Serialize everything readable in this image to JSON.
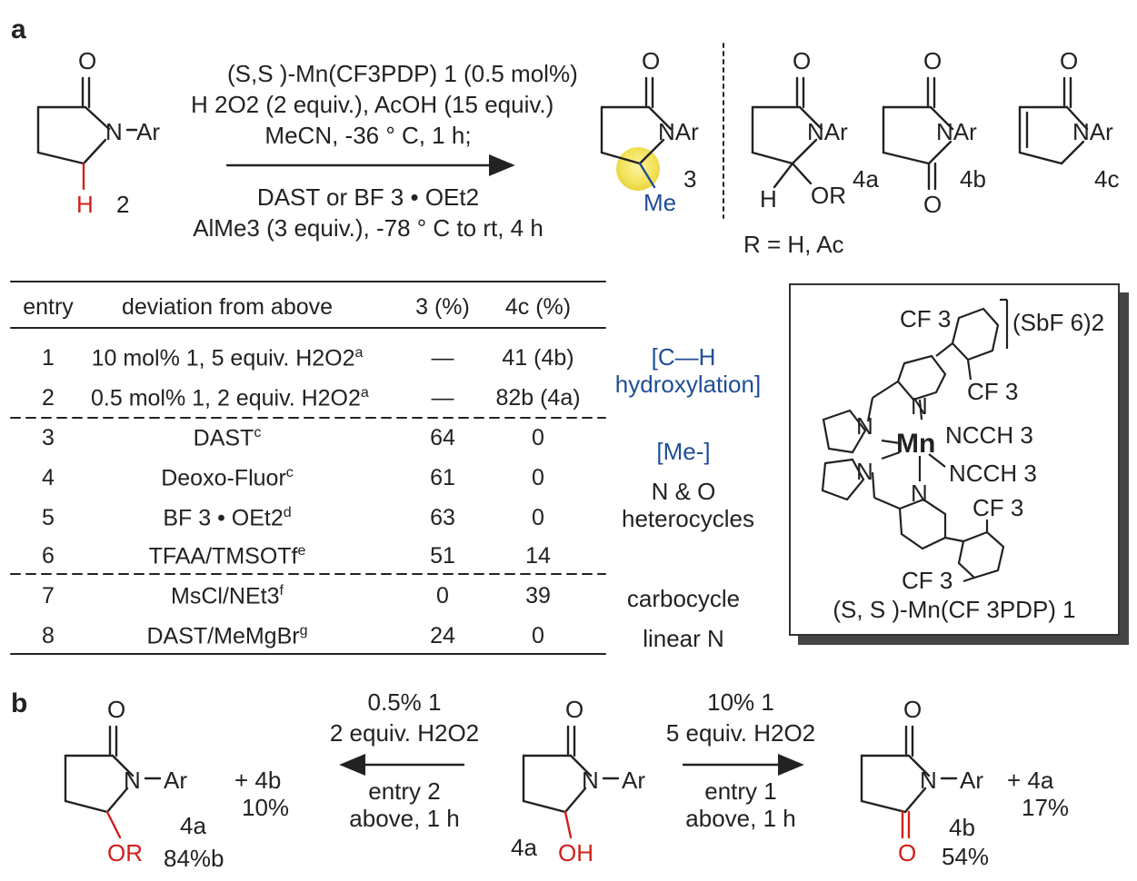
{
  "panels": {
    "a": "a",
    "b": "b"
  },
  "scheme_a": {
    "sm_label": "2",
    "sm_nar": "N",
    "sm_ar": "Ar",
    "sm_h": "H",
    "sm_o": "O",
    "cond_line1": "(S,S )-Mn(CF3PDP)  1 (0.5 mol%)",
    "cond_line2": "H 2O2 (2 equiv.), AcOH (15 equiv.)",
    "cond_line3": "MeCN, -36 °  C, 1 h;",
    "cond_line4": "DAST or BF 3 • OEt2",
    "cond_line5": "AlMe3 (3 equiv.), -78 °  C to rt, 4 h",
    "prod_label": "3",
    "prod_nar": "NAr",
    "prod_me": "Me",
    "c4a_label": "4a",
    "c4a_or": "OR",
    "c4a_r": "R = H, Ac",
    "c4b_label": "4b",
    "c4c_label": "4c"
  },
  "table": {
    "headers": [
      "entry",
      "deviation from above",
      "3 (%)",
      "4c (%)"
    ],
    "rows": [
      {
        "entry": "1",
        "dev": "10 mol% 1, 5 equiv. H2O2",
        "sup": "a",
        "y3": "—",
        "y4c": "41 (4b)"
      },
      {
        "entry": "2",
        "dev": "0.5 mol% 1, 2 equiv. H2O2",
        "sup": "a",
        "y3": "—",
        "y4c": "82b (4a)"
      },
      {
        "entry": "3",
        "dev": "DAST",
        "sup": "c",
        "y3": "64",
        "y4c": "0"
      },
      {
        "entry": "4",
        "dev": "Deoxo-Fluor",
        "sup": "c",
        "y3": "61",
        "y4c": "0"
      },
      {
        "entry": "5",
        "dev": "BF 3 • OEt2",
        "sup": "d",
        "y3": "63",
        "y4c": "0"
      },
      {
        "entry": "6",
        "dev": "TFAA/TMSOTf",
        "sup": "e",
        "y3": "51",
        "y4c": "14"
      },
      {
        "entry": "7",
        "dev": "MsCl/NEt3",
        "sup": "f",
        "y3": "0",
        "y4c": "39"
      },
      {
        "entry": "8",
        "dev": "DAST/MeMgBr",
        "sup": "g",
        "y3": "24",
        "y4c": "0"
      }
    ]
  },
  "side_notes": {
    "ch1": "[C—H",
    "ch2": "hydroxylation]",
    "me": "[Me-]",
    "no1": "N & O",
    "no2": "heterocycles",
    "carbo": "carbocycle",
    "linear": "linear N"
  },
  "catalyst": {
    "cf3_a": "CF 3",
    "cf3_b": "CF 3",
    "cf3_c": "CF 3",
    "cf3_d": "CF 3",
    "sbf6": "(SbF 6)2",
    "n1": "N",
    "n2": "N",
    "n3": "N",
    "n4": "N",
    "mn": "Mn",
    "ncch3_a": "NCCH 3",
    "ncch3_b": "NCCH 3",
    "name": "(S, S )-Mn(CF 3PDP)  1"
  },
  "scheme_b": {
    "left_label": "4a",
    "left_yield": "84%b",
    "left_or": "OR",
    "left_plus": "+ 4b",
    "left_plus_yield": "10%",
    "arrow_left_top1": "0.5% 1",
    "arrow_left_top2": "2 equiv. H2O2",
    "arrow_left_bot1": "entry 2",
    "arrow_left_bot2": "above, 1 h",
    "mid_label": "4a",
    "mid_oh": "OH",
    "arrow_right_top1": "10% 1",
    "arrow_right_top2": "5 equiv. H2O2",
    "arrow_right_bot1": "entry 1",
    "arrow_right_bot2": "above, 1 h",
    "right_label": "4b",
    "right_yield": "54%",
    "right_plus": "+ 4a",
    "right_plus_yield": "17%",
    "right_o": "O"
  },
  "colors": {
    "red": "#d0201a",
    "blue": "#1f4e96",
    "highlight": "#f5e66a"
  }
}
